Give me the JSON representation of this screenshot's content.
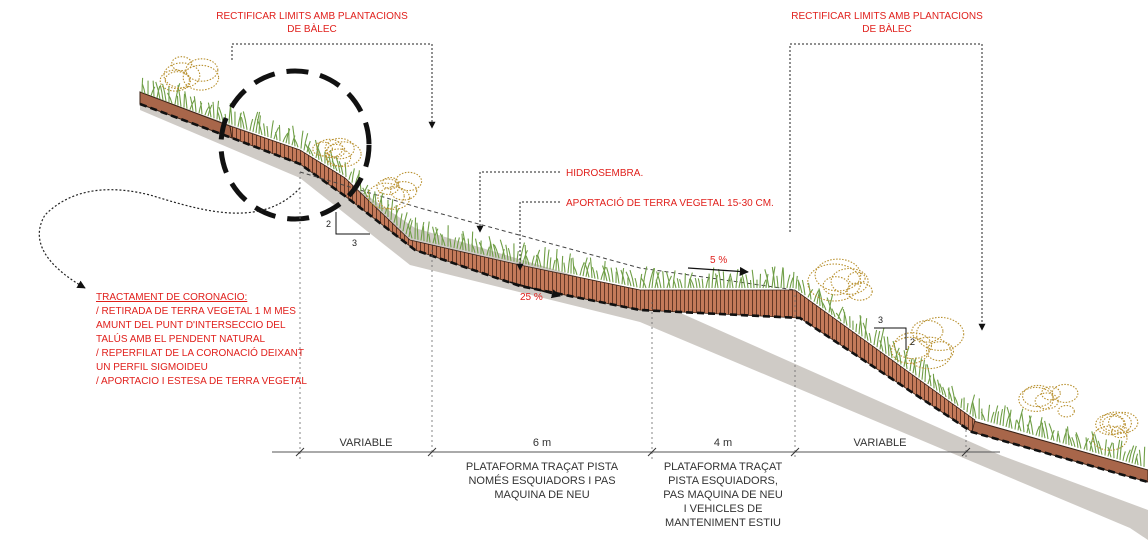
{
  "callouts": {
    "left_title": [
      "RECTIFICAR LIMITS  AMB PLANTACIONS",
      "DE BÀLEC"
    ],
    "right_title": [
      "RECTIFICAR LIMITS  AMB PLANTACIONS",
      "DE BÀLEC"
    ],
    "hydroseed": "HIDROSEMBRA.",
    "topsoil": "APORTACIÓ DE TERRA VEGETAL 15-30 CM."
  },
  "treatment_note": {
    "title": "TRACTAMENT DE CORONACIO:",
    "lines": [
      "/ RETIRADA DE TERRA VEGETAL 1 M MES",
      "AMUNT DEL PUNT D'INTERSECCIO DEL",
      "TALÚS AMB EL PENDENT NATURAL",
      "/ REPERFILAT DE LA CORONACIÓ DEIXANT",
      "UN PERFIL SIGMOIDEU",
      "/ APORTACIO I ESTESA DE TERRA VEGETAL"
    ]
  },
  "slopes": {
    "left": {
      "rise": "2",
      "run": "3"
    },
    "right": {
      "rise": "2",
      "run": "3"
    },
    "grade_1": "5 %",
    "grade_2": "25 %"
  },
  "dimensions": [
    {
      "value": "VARIABLE",
      "caption": []
    },
    {
      "value": "6 m",
      "caption": [
        "PLATAFORMA TRAÇAT PISTA",
        "NOMÉS ESQUIADORS I PAS",
        "MAQUINA DE NEU"
      ]
    },
    {
      "value": "4 m",
      "caption": [
        "PLATAFORMA TRAÇAT",
        "PISTA ESQUIADORS,",
        "PAS MAQUINA DE NEU",
        "I VEHICLES DE",
        "MANTENIMENT ESTIU"
      ]
    },
    {
      "value": "VARIABLE",
      "caption": []
    }
  ],
  "colors": {
    "annotation_red": "#e0201c",
    "ground_grey": "#cfcbc6",
    "soil_brown": "#a8664a",
    "grass_green": "#6f9e46",
    "shrub_gold": "#b8902e"
  }
}
